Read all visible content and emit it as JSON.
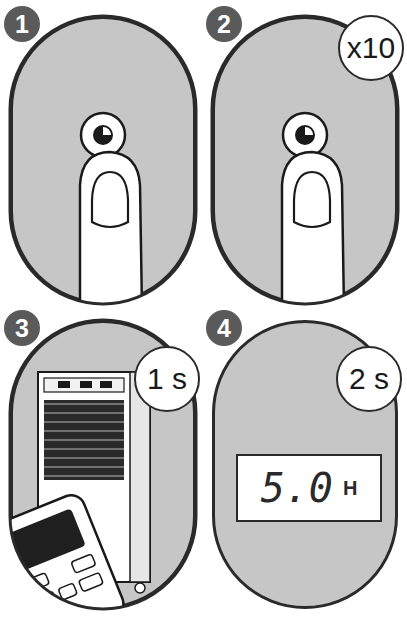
{
  "diagram": {
    "nodes": [
      {
        "text": [
          "1"
        ]
      },
      {
        "text": [
          "2"
        ]
      },
      {
        "text": [
          "x10"
        ],
        "in": 1
      },
      {
        "text": [
          "3"
        ]
      },
      {
        "text": [
          "1 s"
        ],
        "in": 3
      },
      {
        "text": [
          "4"
        ]
      },
      {
        "text": [
          "2 s"
        ],
        "in": 5
      },
      {
        "text": [
          "5.0",
          "H"
        ],
        "in": 5
      }
    ]
  }
}
